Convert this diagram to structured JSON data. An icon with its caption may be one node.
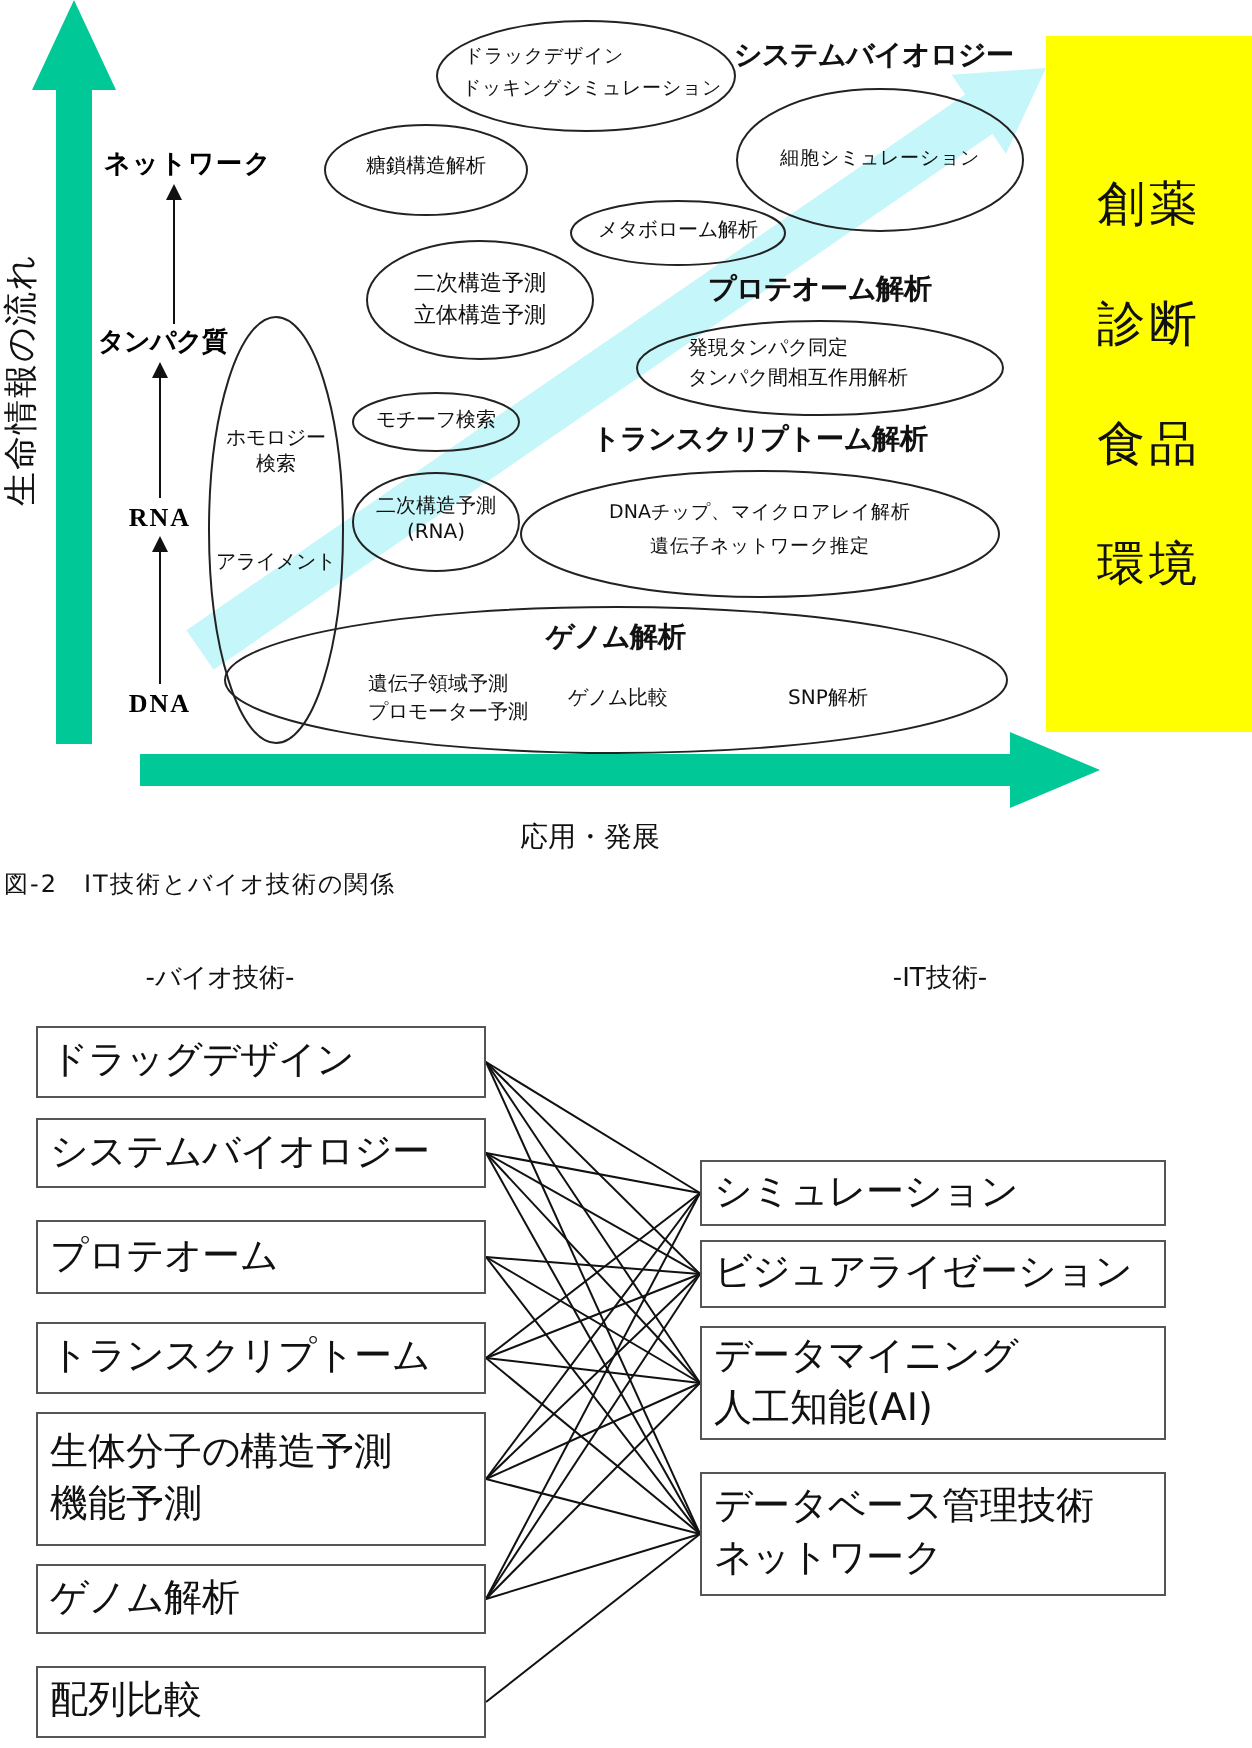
{
  "diagram": {
    "caption": "図-2　IT技術とバイオ技術の関係",
    "nodes": [
      {
        "text": [
          "ドラックデザイン",
          "ドッキングシミュレーション"
        ]
      },
      {
        "text": [
          "システムバイオロジー",
          "細胞シミュレーション"
        ]
      },
      {
        "text": [
          "ネットワーク"
        ]
      },
      {
        "text": [
          "糖鎖構造解析"
        ]
      },
      {
        "text": [
          "メタボローム解析"
        ]
      },
      {
        "text": [
          "二次構造予測",
          "立体構造予測"
        ]
      },
      {
        "text": [
          "プロテオーム解析",
          "発現タンパク同定",
          "タンパク間相互作用解析"
        ]
      },
      {
        "text": [
          "タンパク質"
        ]
      },
      {
        "text": [
          "ホモロジー検索",
          "アライメント"
        ]
      },
      {
        "text": [
          "モチーフ検索"
        ]
      },
      {
        "text": [
          "トランスクリプトーム解析",
          "DNAチップ、マイクロアレイ解析",
          "遺伝子ネットワーク推定"
        ]
      },
      {
        "text": [
          "RNA"
        ]
      },
      {
        "text": [
          "二次構造予測(RNA)"
        ]
      },
      {
        "text": [
          "ゲノム解析",
          "遺伝子領域予測",
          "プロモーター予測",
          "ゲノム比較",
          "SNP解析"
        ]
      },
      {
        "text": [
          "DNA"
        ]
      },
      {
        "text": [
          "創薬",
          "診断",
          "食品",
          "環境"
        ]
      },
      {
        "text": [
          "ドラッグデザイン"
        ]
      },
      {
        "text": [
          "システムバイオロジー"
        ]
      },
      {
        "text": [
          "プロテオーム"
        ]
      },
      {
        "text": [
          "トランスクリプトーム"
        ]
      },
      {
        "text": [
          "生体分子の構造予測",
          "機能予測"
        ]
      },
      {
        "text": [
          "ゲノム解析"
        ]
      },
      {
        "text": [
          "配列比較"
        ]
      },
      {
        "text": [
          "シミュレーション"
        ]
      },
      {
        "text": [
          "ビジュアライゼーション"
        ]
      },
      {
        "text": [
          "データマイニング",
          "人工知能(AI)"
        ]
      },
      {
        "text": [
          "データベース管理技術",
          "ネットワーク"
        ]
      }
    ],
    "edges": [
      {
        "from": null,
        "to": 15,
        "arrow": "to",
        "style": "thick",
        "color": "#c4f6fa"
      },
      {
        "from": 14,
        "to": 11,
        "arrow": "to"
      },
      {
        "from": 11,
        "to": 7,
        "arrow": "to"
      },
      {
        "from": 7,
        "to": 2,
        "arrow": "to"
      },
      {
        "from": 16,
        "to": 23,
        "arrow": "none"
      },
      {
        "from": 16,
        "to": 24,
        "arrow": "none"
      },
      {
        "from": 16,
        "to": 25,
        "arrow": "none"
      },
      {
        "from": 16,
        "to": 26,
        "arrow": "none"
      },
      {
        "from": 17,
        "to": 23,
        "arrow": "none"
      },
      {
        "from": 17,
        "to": 24,
        "arrow": "none"
      },
      {
        "from": 17,
        "to": 25,
        "arrow": "none"
      },
      {
        "from": 17,
        "to": 26,
        "arrow": "none"
      },
      {
        "from": 18,
        "to": 24,
        "arrow": "none"
      },
      {
        "from": 18,
        "to": 25,
        "arrow": "none"
      },
      {
        "from": 18,
        "to": 26,
        "arrow": "none"
      },
      {
        "from": 19,
        "to": 23,
        "arrow": "none"
      },
      {
        "from": 19,
        "to": 24,
        "arrow": "none"
      },
      {
        "from": 19,
        "to": 25,
        "arrow": "none"
      },
      {
        "from": 19,
        "to": 26,
        "arrow": "none"
      },
      {
        "from": 20,
        "to": 23,
        "arrow": "none"
      },
      {
        "from": 20,
        "to": 24,
        "arrow": "none"
      },
      {
        "from": 20,
        "to": 25,
        "arrow": "none"
      },
      {
        "from": 20,
        "to": 26,
        "arrow": "none"
      },
      {
        "from": 21,
        "to": 23,
        "arrow": "none"
      },
      {
        "from": 21,
        "to": 24,
        "arrow": "none"
      },
      {
        "from": 21,
        "to": 25,
        "arrow": "none"
      },
      {
        "from": 21,
        "to": 26,
        "arrow": "none"
      },
      {
        "from": 22,
        "to": 26,
        "arrow": "none"
      }
    ],
    "labels": [
      "生命情報の流れ",
      "応用・発展",
      "-バイオ技術-",
      "-IT技術-"
    ]
  }
}
